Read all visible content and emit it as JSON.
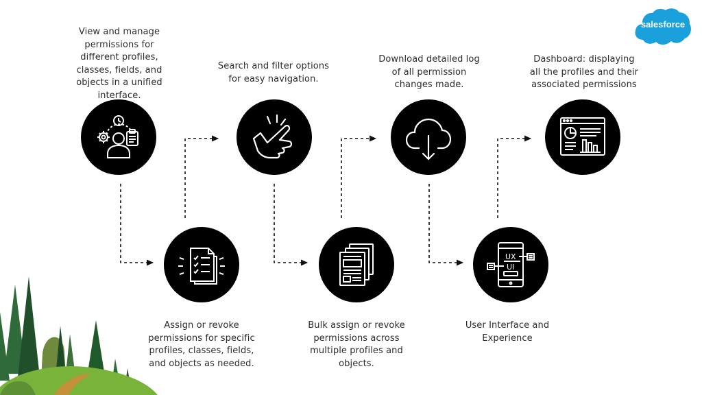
{
  "brand": {
    "logo_text": "salesforce",
    "color": "#1aa1dc"
  },
  "colors": {
    "circle": "#000000",
    "icon_stroke": "#ffffff",
    "text": "#2b2b2b",
    "connector": "#111111"
  },
  "steps": [
    {
      "icon": "profile-permissions-icon",
      "caption": "View and manage\npermissions for\ndifferent profiles,\nclasses, fields, and\nobjects in a unified\ninterface."
    },
    {
      "icon": "checklist-document-icon",
      "caption": "Assign or revoke\npermissions for specific\nprofiles, classes, fields,\nand objects as needed."
    },
    {
      "icon": "touch-tap-icon",
      "caption": "Search and filter options\nfor easy navigation."
    },
    {
      "icon": "stacked-documents-icon",
      "caption": "Bulk assign or revoke\npermissions across\nmultiple profiles and\nobjects."
    },
    {
      "icon": "cloud-download-icon",
      "caption": "Download detailed log\nof all permission\nchanges made."
    },
    {
      "icon": "ux-ui-tablet-icon",
      "caption": "User Interface and\nExperience"
    },
    {
      "icon": "dashboard-icon",
      "caption": "Dashboard: displaying\nall the profiles and their\nassociated permissions"
    }
  ],
  "tablet_labels": {
    "ux": "UX",
    "ui": "UI"
  }
}
